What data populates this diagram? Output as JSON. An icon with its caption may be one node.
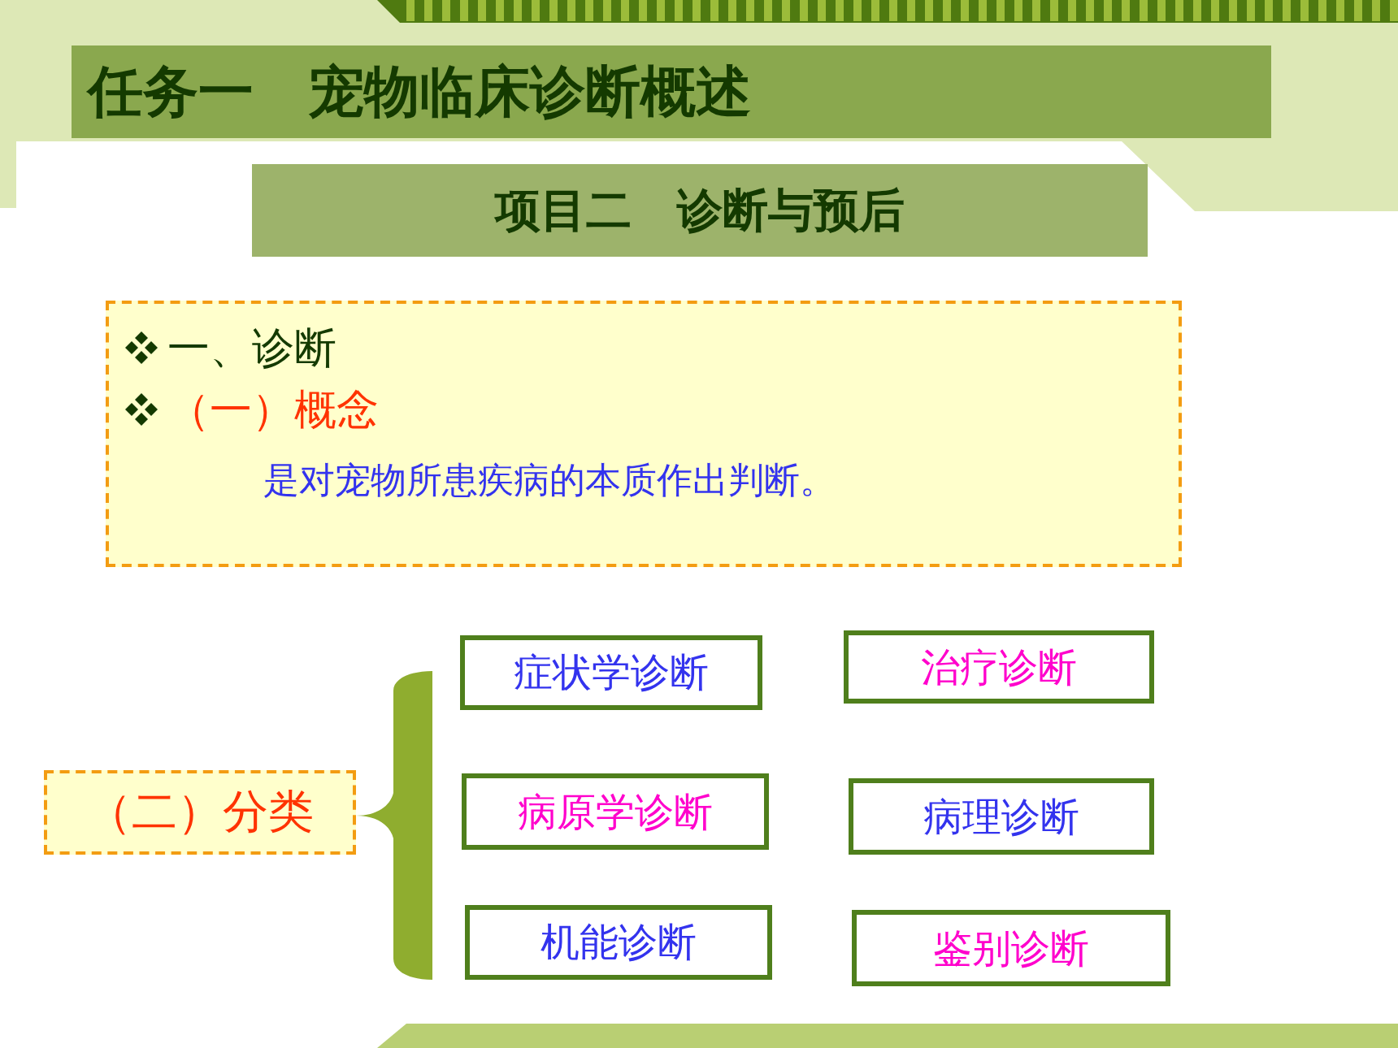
{
  "diagram": {
    "title": "任务一　宠物临床诊断概述",
    "nodes": [
      {
        "text": [
          "项目二　诊断与预后"
        ]
      },
      {
        "text": [
          "一、诊断",
          "（一）概念",
          "是对宠物所患疾病的本质作出判断。"
        ]
      },
      {
        "text": [
          "（二）分类"
        ]
      },
      {
        "text": [
          "症状学诊断"
        ]
      },
      {
        "text": [
          "病原学诊断"
        ]
      },
      {
        "text": [
          "机能诊断"
        ]
      },
      {
        "text": [
          "治疗诊断"
        ]
      },
      {
        "text": [
          "病理诊断"
        ]
      },
      {
        "text": [
          "鉴别诊断"
        ]
      }
    ]
  }
}
